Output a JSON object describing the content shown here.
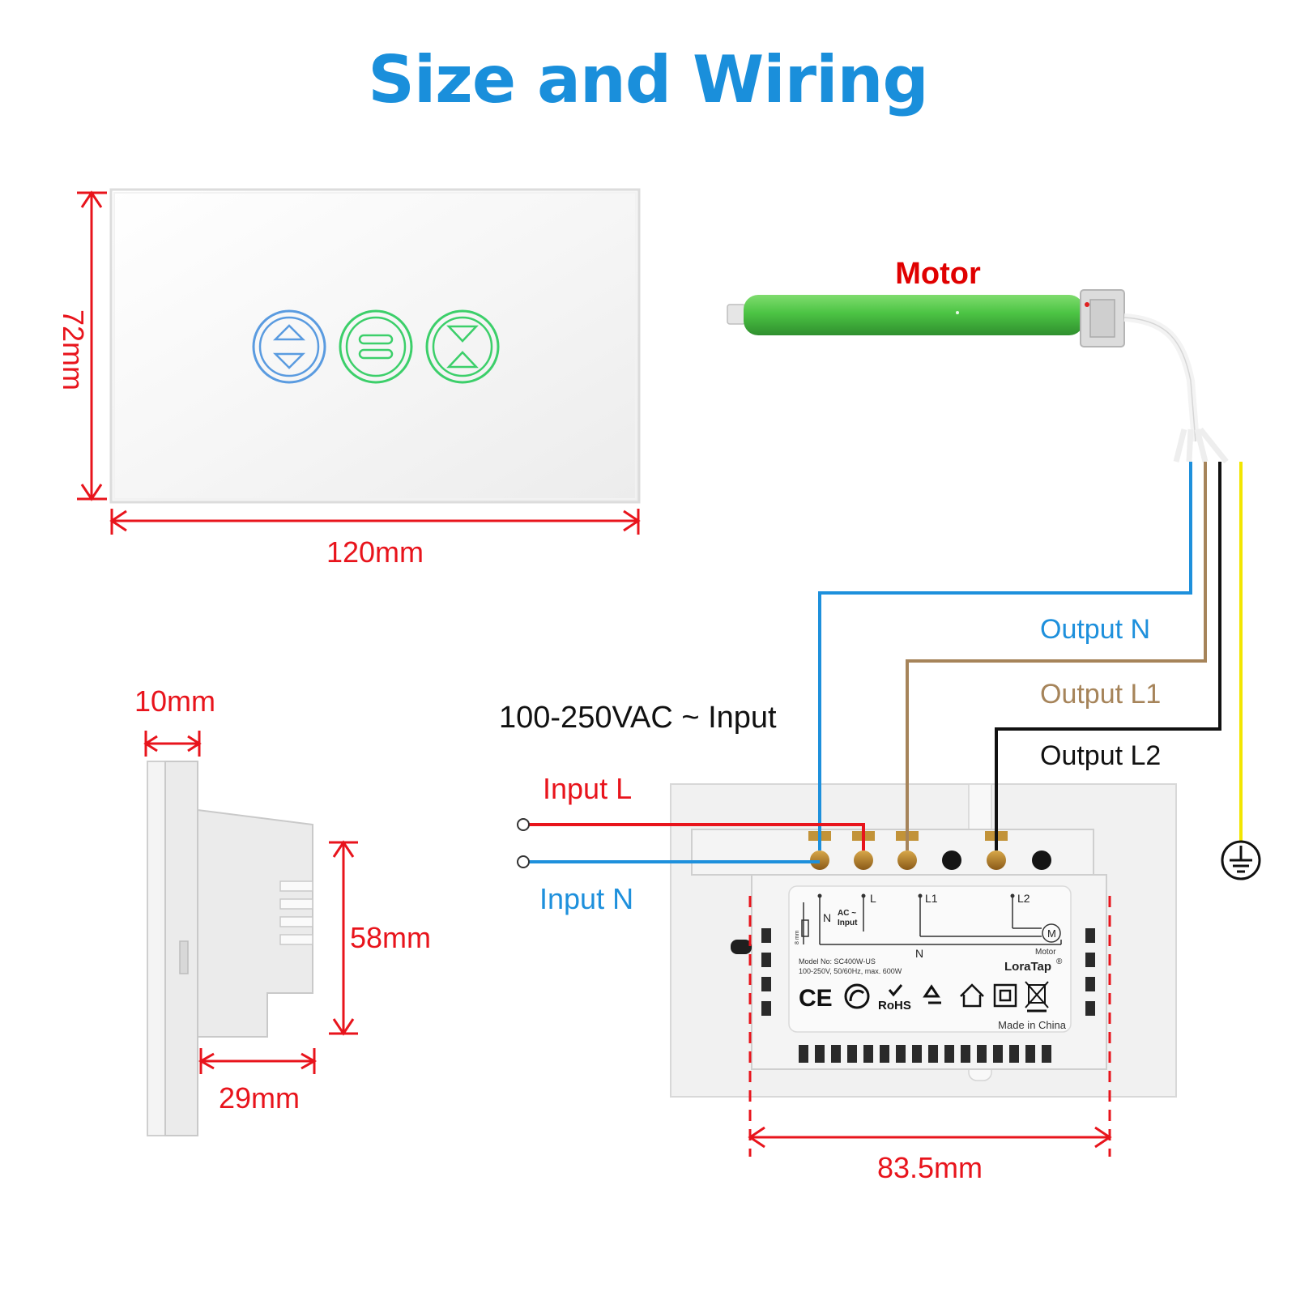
{
  "title": "Size and Wiring",
  "colors": {
    "title": "#1a8fdb",
    "dimension": "#e8141c",
    "neutral_wire": "#1e90dc",
    "live_wire": "#e8141c",
    "l1_wire": "#a6845a",
    "l2_wire": "#111111",
    "earth_wire": "#f2e600",
    "motor_body": "#4cc444",
    "button_blue": "#5a9be0",
    "button_green": "#3ccf6a"
  },
  "front_panel": {
    "height_label": "72mm",
    "width_label": "120mm",
    "buttons": [
      {
        "name": "up-down-button",
        "color": "blue"
      },
      {
        "name": "pause-button",
        "color": "green"
      },
      {
        "name": "close-button",
        "color": "green"
      }
    ]
  },
  "side_view": {
    "thickness_label": "10mm",
    "body_height_label": "58mm",
    "depth_label": "29mm"
  },
  "wiring": {
    "motor_label": "Motor",
    "input_label": "100-250VAC ~ Input",
    "input_l": "Input L",
    "input_n": "Input N",
    "output_n": "Output N",
    "output_l1": "Output L1",
    "output_l2": "Output L2",
    "back_width_label": "83.5mm"
  },
  "back_label": {
    "term_l": "L",
    "term_l1": "L1",
    "term_l2": "L2",
    "term_n_side": "N",
    "ac_input": "AC ~",
    "ac_input2": "Input",
    "bus_n": "N",
    "motor_symbol": "M",
    "motor_word": "Motor",
    "strip": "8 mm",
    "model": "Model No: SC400W-US",
    "rating": "100-250V, 50/60Hz, max. 600W",
    "brand": "LoraTap",
    "brand_mark": "®",
    "ce": "CE",
    "rohs": "RoHS",
    "origin": "Made in China"
  }
}
